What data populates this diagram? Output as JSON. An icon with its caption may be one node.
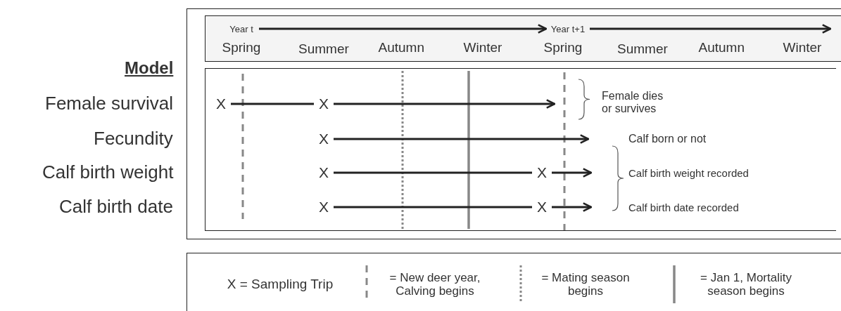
{
  "diagram": {
    "nodes": [
      {
        "text": [
          "Year t"
        ]
      },
      {
        "text": [
          "Year t+1"
        ]
      },
      {
        "text": [
          "X"
        ]
      },
      {
        "text": [
          "X"
        ]
      },
      {
        "text": [
          "X"
        ]
      },
      {
        "text": [
          "X"
        ]
      },
      {
        "text": [
          "X"
        ]
      },
      {
        "text": [
          "X"
        ]
      },
      {
        "text": [
          "X"
        ]
      }
    ],
    "edges": [
      {
        "from": 0,
        "to": 1,
        "arrow": "to"
      },
      {
        "from": 1,
        "to": null,
        "arrow": "to"
      },
      {
        "from": 2,
        "to": 3,
        "arrow": "none"
      },
      {
        "from": 3,
        "to": null,
        "arrow": "to"
      },
      {
        "from": 4,
        "to": null,
        "arrow": "to"
      },
      {
        "from": 5,
        "to": 6,
        "arrow": "none"
      },
      {
        "from": 6,
        "to": null,
        "arrow": "to"
      },
      {
        "from": 7,
        "to": 8,
        "arrow": "none"
      },
      {
        "from": 8,
        "to": null,
        "arrow": "to"
      }
    ],
    "labels": [
      "Spring",
      "Summer",
      "Autumn",
      "Winter",
      "Spring",
      "Summer",
      "Autumn",
      "Winter",
      "Model",
      "Female survival",
      "Fecundity",
      "Calf birth weight",
      "Calf birth date",
      "Female dies or survives",
      "Calf born or not",
      "Calf birth weight recorded",
      "Calf birth date recorded"
    ],
    "legend": [
      {
        "text": "X = Sampling Trip"
      },
      {
        "text": "= New deer year, Calving begins"
      },
      {
        "text": "= Mating season begins"
      },
      {
        "text": "= Jan 1, Mortality season begins"
      }
    ]
  }
}
